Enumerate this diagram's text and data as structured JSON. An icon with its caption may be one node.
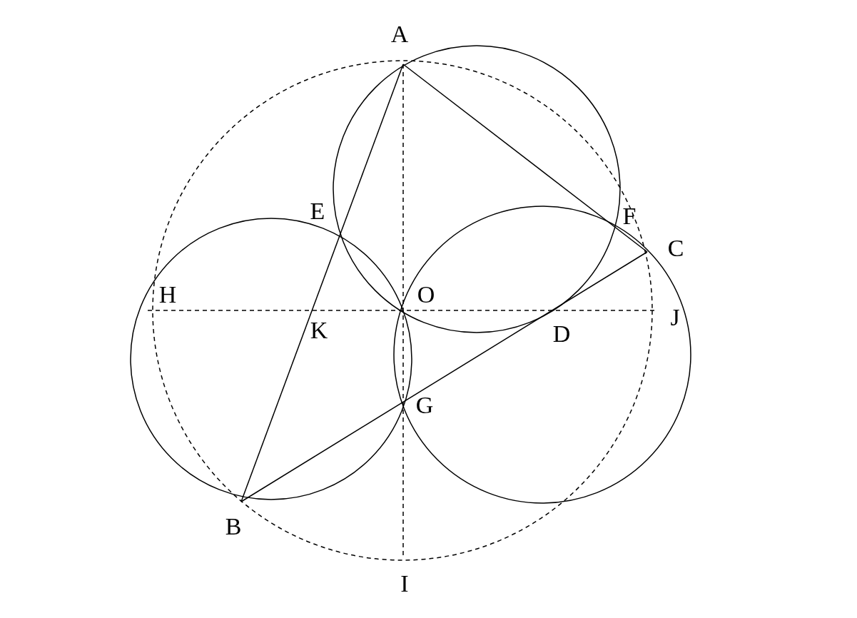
{
  "diagram": {
    "labels": [
      "A",
      "E",
      "F",
      "C",
      "H",
      "O",
      "K",
      "D",
      "J",
      "G",
      "B",
      "I"
    ]
  }
}
